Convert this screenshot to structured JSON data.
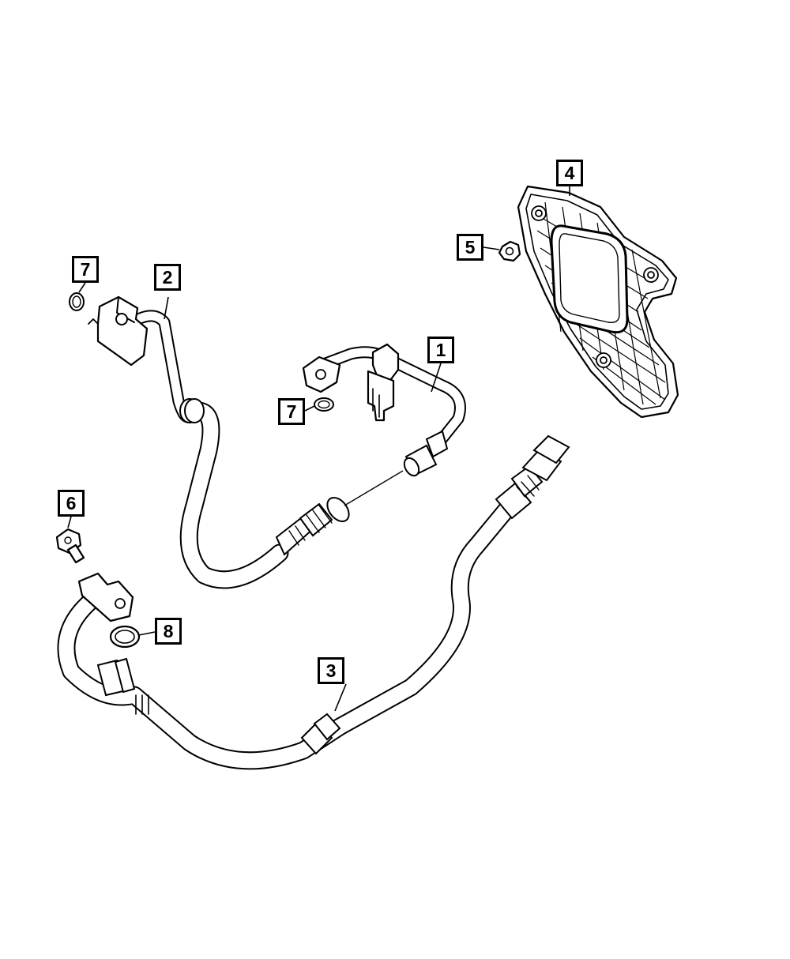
{
  "diagram": {
    "callouts": [
      {
        "id": "c1",
        "label": "1"
      },
      {
        "id": "c2",
        "label": "2"
      },
      {
        "id": "c3",
        "label": "3"
      },
      {
        "id": "c4",
        "label": "4"
      },
      {
        "id": "c5",
        "label": "5"
      },
      {
        "id": "c6",
        "label": "6"
      },
      {
        "id": "c7a",
        "label": "7"
      },
      {
        "id": "c7b",
        "label": "7"
      },
      {
        "id": "c8",
        "label": "8"
      }
    ]
  }
}
